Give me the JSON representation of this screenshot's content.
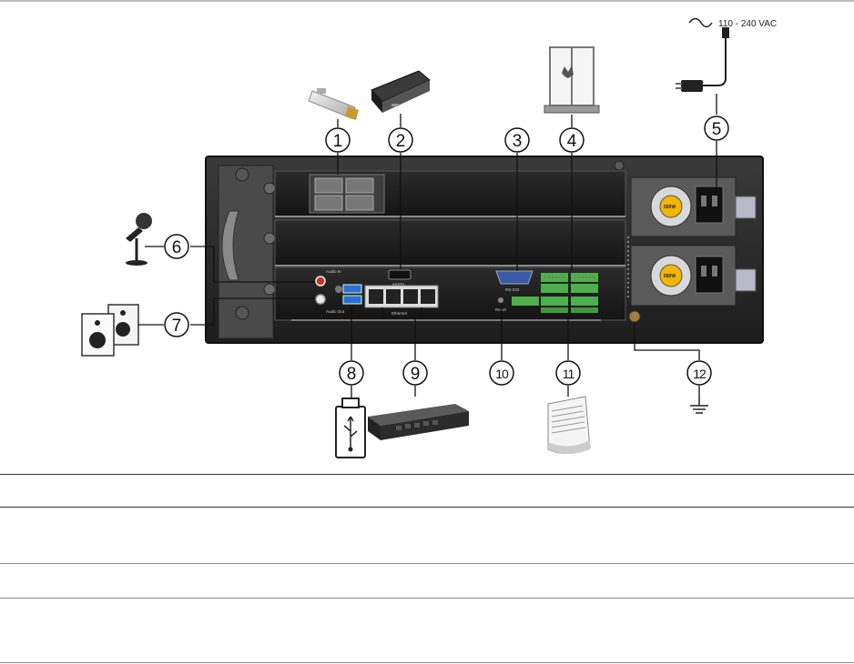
{
  "figure": {
    "power_label": "110 - 240 VAC",
    "callouts": [
      "1",
      "2",
      "3",
      "4",
      "5",
      "6",
      "7",
      "8",
      "9",
      "10",
      "11",
      "12"
    ],
    "panel_labels": {
      "audio_in": "Audio In",
      "audio_out": "Audio Out",
      "esata": "eSATA",
      "rs232": "RS-232",
      "ethernet": "Ethernet",
      "reset": "Reset",
      "psu_rating": "550W"
    }
  },
  "table": {
    "rows": 4
  }
}
